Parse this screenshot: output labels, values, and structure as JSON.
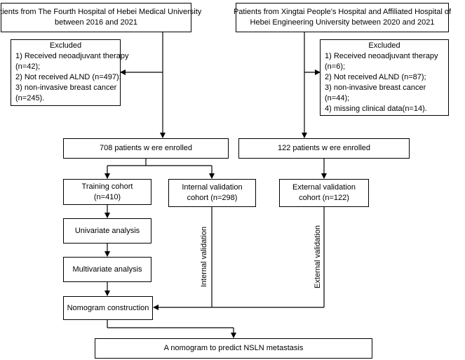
{
  "sources": {
    "left": [
      "Patients from The Fourth Hospital of Hebei Medical University",
      "between 2016 and 2021"
    ],
    "right": [
      "Patients from Xingtai People's Hospital and Affiliated Hospital of",
      "Hebei Engineering University between 2020 and 2021"
    ]
  },
  "excluded_left": {
    "title": "Excluded",
    "lines": [
      "1)  Received neoadjuvant therapy",
      "(n=42);",
      "2)  Not received ALND (n=497);",
      "3) non-invasive breast cancer",
      "(n=245)."
    ]
  },
  "excluded_right": {
    "title": "Excluded",
    "lines": [
      "1)  Received neoadjuvant therapy",
      "(n=6);",
      "2)  Not received ALND (n=87);",
      "3) non-invasive breast cancer",
      "(n=44);",
      "4) missing clinical data(n=14)."
    ]
  },
  "enrolled": {
    "left": "708 patients w ere enrolled",
    "right": "122 patients w ere enrolled"
  },
  "cohorts": {
    "training": [
      "Training  cohort",
      "(n=410)"
    ],
    "internal": [
      "Internal validation",
      "cohort (n=298)"
    ],
    "external": [
      "External validation",
      "cohort (n=122)"
    ]
  },
  "steps": {
    "univariate": "Univariate analysis",
    "multivariate": "Multivariate analysis",
    "nomogram": "Nomogram construction"
  },
  "validation_labels": {
    "internal": "Internal validation",
    "external": "External validation"
  },
  "final": "A nomogram  to predict NSLN metastasis"
}
